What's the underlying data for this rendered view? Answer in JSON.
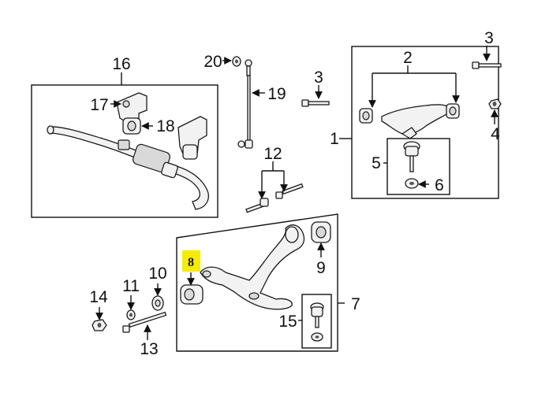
{
  "callouts": {
    "c1": "1",
    "c2": "2",
    "c3a": "3",
    "c3b": "3",
    "c4": "4",
    "c5": "5",
    "c6": "6",
    "c7": "7",
    "c8": "8",
    "c9": "9",
    "c10": "10",
    "c11": "11",
    "c12": "12",
    "c13": "13",
    "c14": "14",
    "c15": "15",
    "c16": "16",
    "c17": "17",
    "c18": "18",
    "c19": "19",
    "c20": "20"
  },
  "colors": {
    "highlight": "#f5ec00",
    "line": "#111111",
    "part_fill": "#f2f2f2"
  }
}
